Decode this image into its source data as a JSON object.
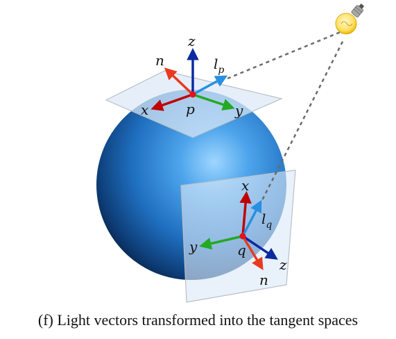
{
  "points": {
    "p": "p",
    "q": "q"
  },
  "vectors_p": {
    "n": "n",
    "z": "z",
    "l": "l",
    "l_sub": "p",
    "x": "x",
    "y": "y"
  },
  "vectors_q": {
    "x": "x",
    "l": "l",
    "l_sub": "q",
    "y": "y",
    "z": "z",
    "n": "n"
  },
  "caption": "(f) Light vectors transformed into the tangent spaces",
  "colors": {
    "x_axis": "#c00000",
    "y_axis": "#22aa22",
    "z_axis": "#0a2aa0",
    "normal": "#e83a20",
    "light": "#2a8fe0",
    "sphere": "#2f86d6",
    "plane": "#dce9f7"
  },
  "icons": {
    "light_source": "light-bulb-icon"
  }
}
